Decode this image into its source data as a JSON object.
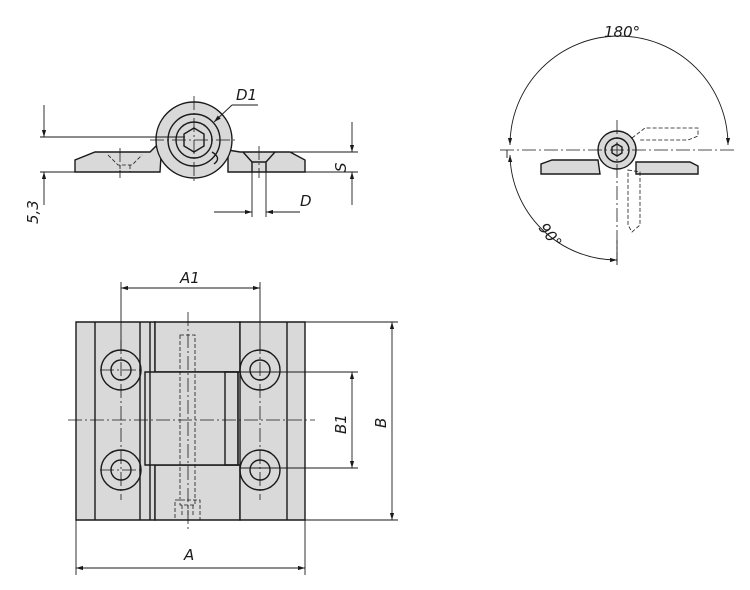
{
  "labels": {
    "d1": "D1",
    "s": "S",
    "d": "D",
    "thickness": "5,3",
    "angle_open": "180°",
    "angle_right": "90°",
    "a1": "A1",
    "a": "A",
    "b1": "B1",
    "b": "B"
  },
  "colors": {
    "part_fill": "#d9d9d9",
    "line": "#1a1a1a"
  }
}
